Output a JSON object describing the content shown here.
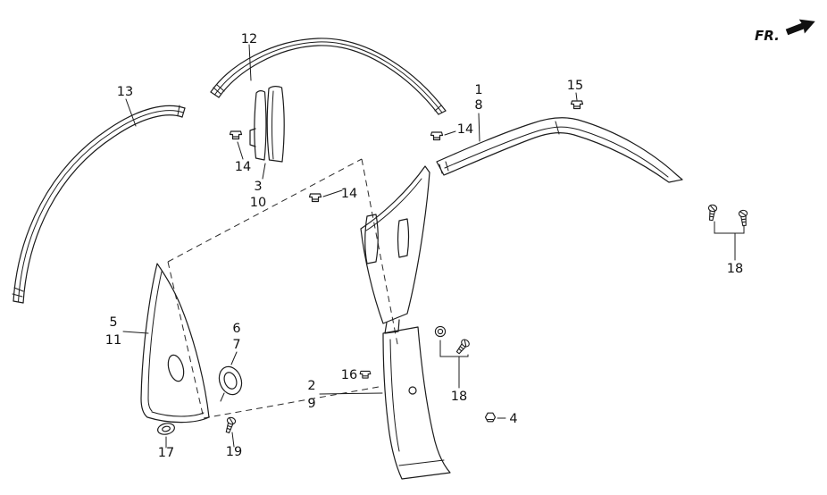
{
  "direction_indicator": "FR.",
  "labels": {
    "n1": "1",
    "n2": "2",
    "n3": "3",
    "n4": "4",
    "n5": "5",
    "n6": "6",
    "n7": "7",
    "n8": "8",
    "n9": "9",
    "n10": "10",
    "n11": "11",
    "n12": "12",
    "n13": "13",
    "n14": "14",
    "n15": "15",
    "n16": "16",
    "n17": "17",
    "n18": "18",
    "n19": "19"
  }
}
